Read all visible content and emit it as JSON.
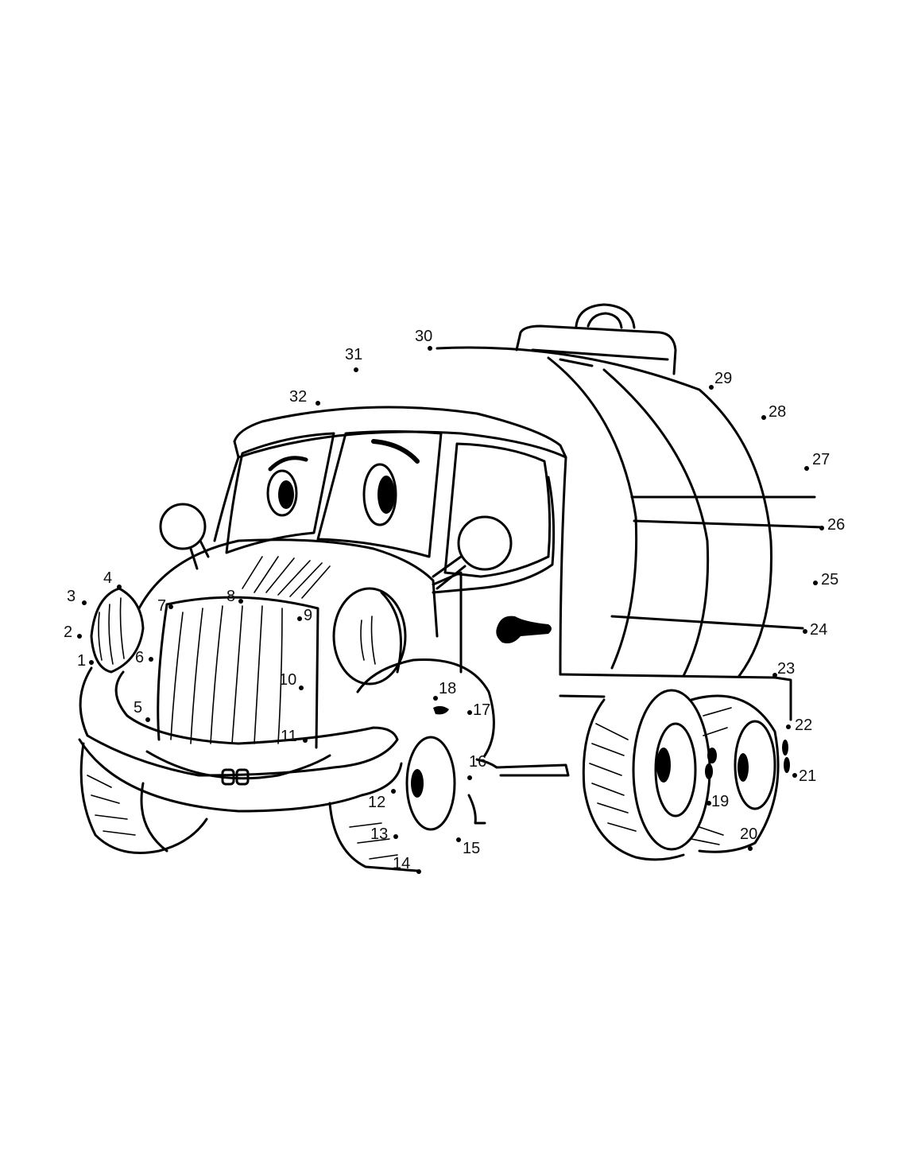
{
  "worksheet": {
    "dots": [
      {
        "n": "1"
      },
      {
        "n": "2"
      },
      {
        "n": "3"
      },
      {
        "n": "4"
      },
      {
        "n": "5"
      },
      {
        "n": "6"
      },
      {
        "n": "7"
      },
      {
        "n": "8"
      },
      {
        "n": "9"
      },
      {
        "n": "10"
      },
      {
        "n": "11"
      },
      {
        "n": "12"
      },
      {
        "n": "13"
      },
      {
        "n": "14"
      },
      {
        "n": "15"
      },
      {
        "n": "16"
      },
      {
        "n": "17"
      },
      {
        "n": "18"
      },
      {
        "n": "19"
      },
      {
        "n": "20"
      },
      {
        "n": "21"
      },
      {
        "n": "22"
      },
      {
        "n": "23"
      },
      {
        "n": "24"
      },
      {
        "n": "25"
      },
      {
        "n": "26"
      },
      {
        "n": "27"
      },
      {
        "n": "28"
      },
      {
        "n": "29"
      },
      {
        "n": "30"
      },
      {
        "n": "31"
      },
      {
        "n": "32"
      }
    ]
  }
}
